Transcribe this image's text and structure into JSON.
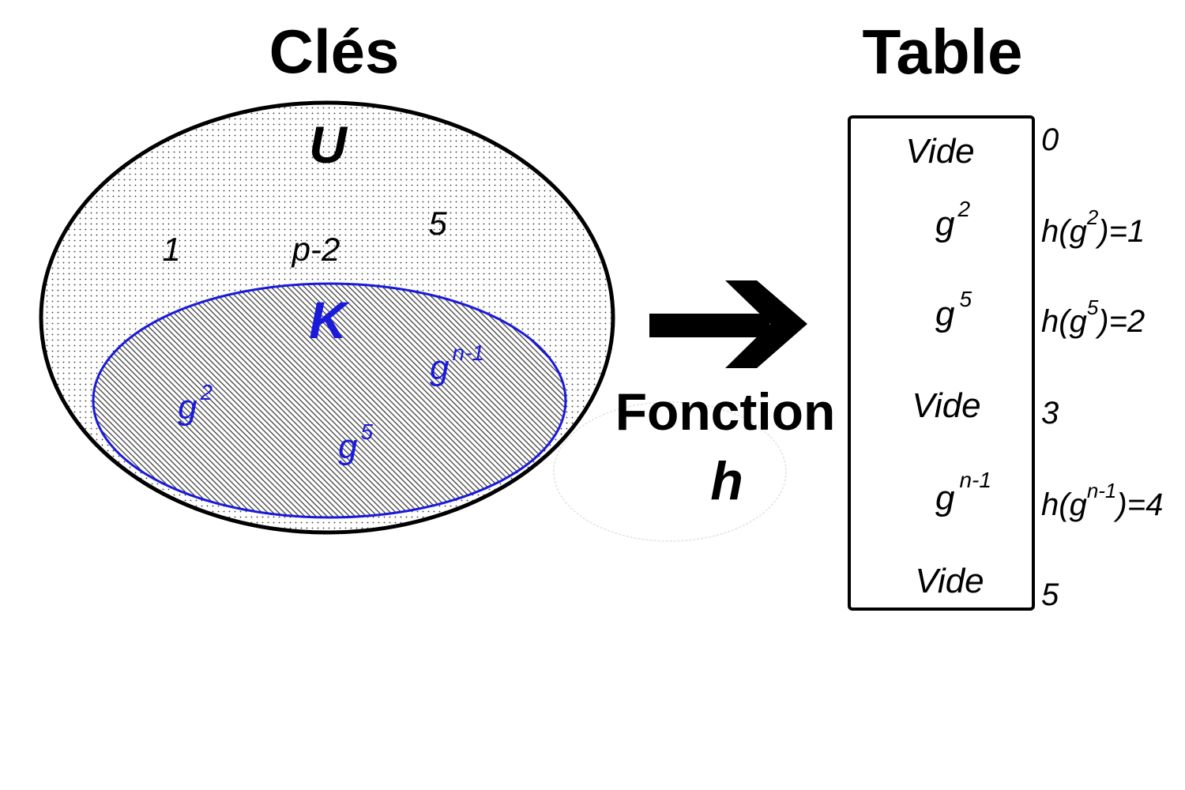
{
  "titles": {
    "keys": "Clés",
    "table": "Table"
  },
  "universe": {
    "label": "U",
    "elements": [
      "1",
      "p-2",
      "5"
    ]
  },
  "subset": {
    "label": "K",
    "elements": [
      {
        "base": "g",
        "exp": "2"
      },
      {
        "base": "g",
        "exp": "5"
      },
      {
        "base": "g",
        "exp": "n-1"
      }
    ]
  },
  "function": {
    "label": "Fonction",
    "name": "h"
  },
  "table": {
    "slots": [
      {
        "index": "0",
        "content": {
          "text": "Vide"
        },
        "mapping": null
      },
      {
        "index": null,
        "content": {
          "base": "g",
          "exp": "2"
        },
        "mapping": {
          "pre": "h(g",
          "exp": "2",
          "post": ")=1"
        }
      },
      {
        "index": null,
        "content": {
          "base": "g",
          "exp": "5"
        },
        "mapping": {
          "pre": "h(g",
          "exp": "5",
          "post": ")=2"
        }
      },
      {
        "index": "3",
        "content": {
          "text": "Vide"
        },
        "mapping": null
      },
      {
        "index": null,
        "content": {
          "base": "g",
          "exp": "n-1"
        },
        "mapping": {
          "pre": "h(g",
          "exp": "n-1",
          "post": ")=4"
        }
      },
      {
        "index": "5",
        "content": {
          "text": "Vide"
        },
        "mapping": null
      }
    ]
  },
  "colors": {
    "ink": "#000000",
    "subset": "#1a1adb"
  }
}
